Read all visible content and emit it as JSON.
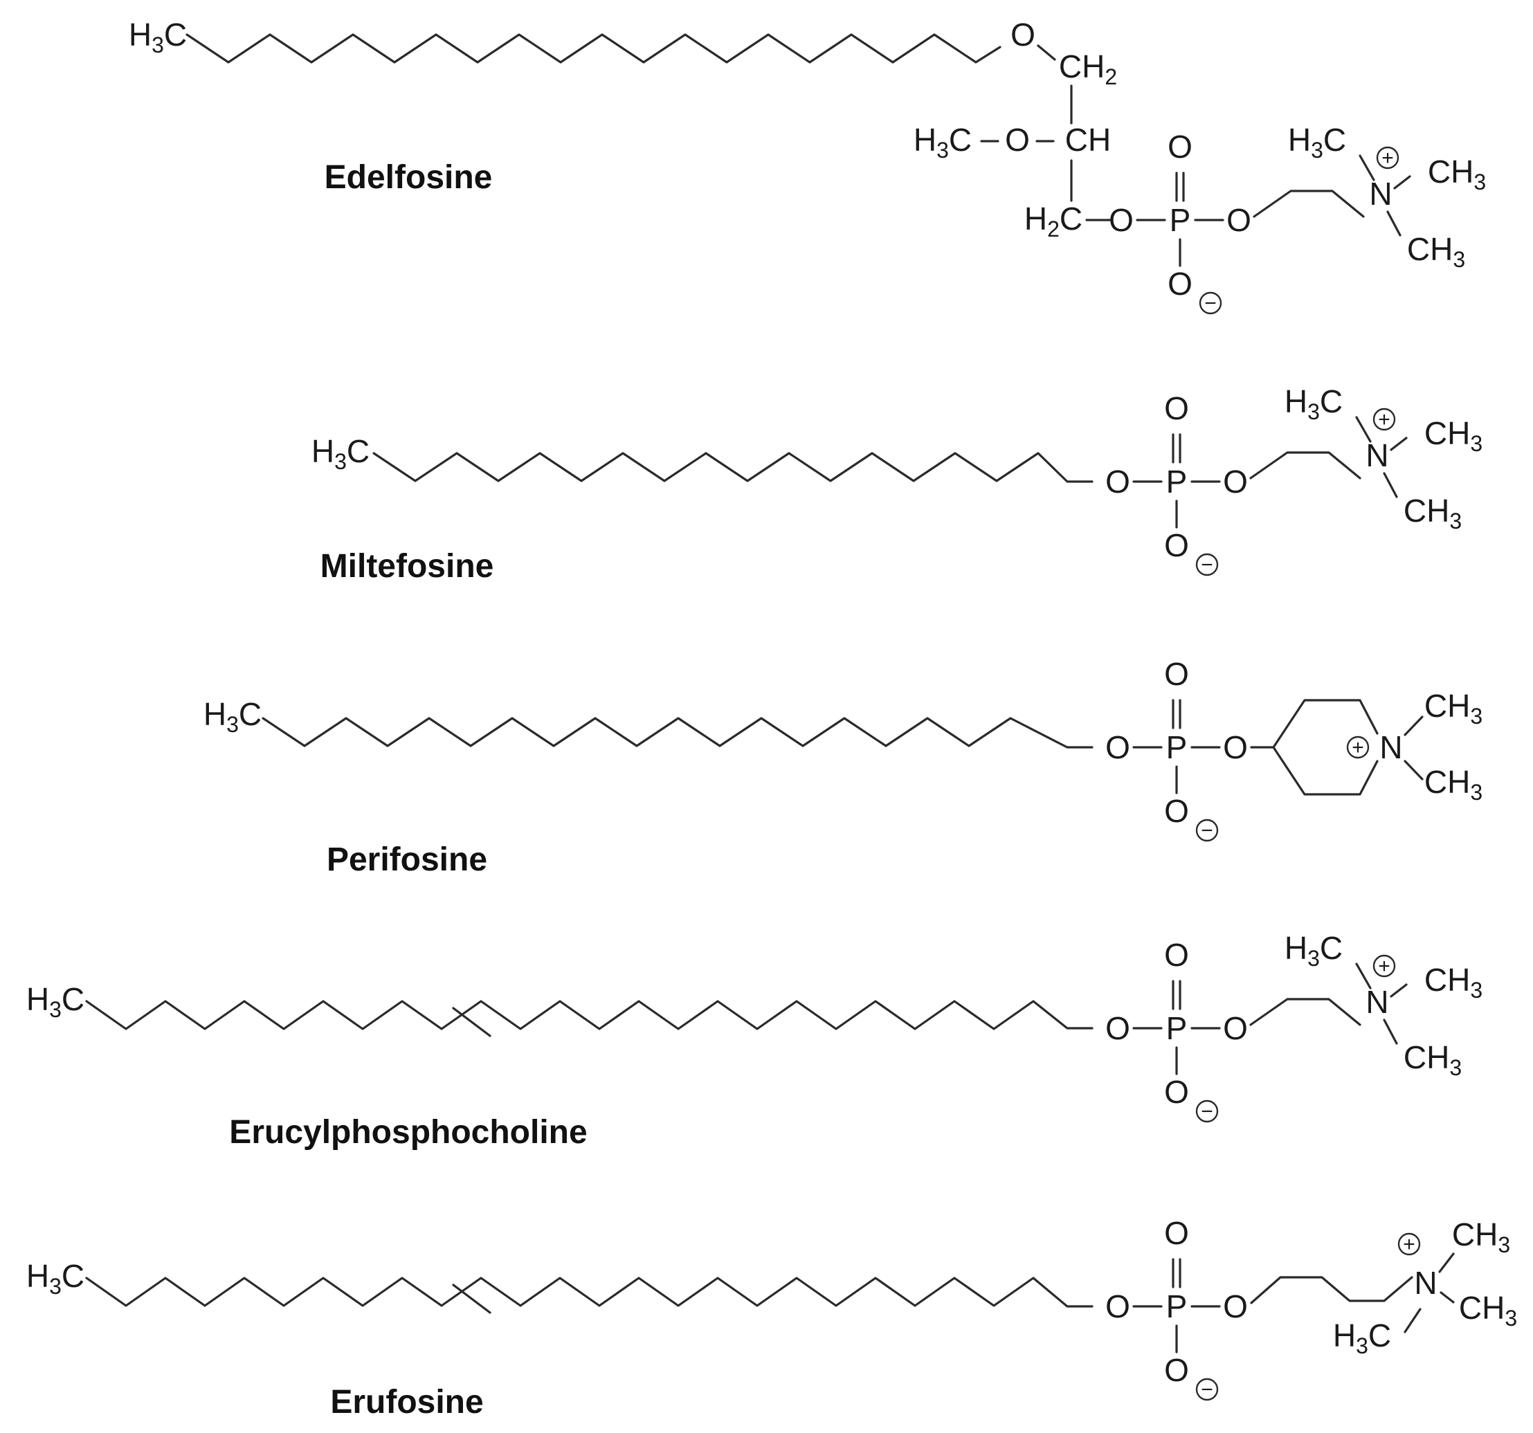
{
  "diagram": {
    "molecules": [
      {
        "name": "Edelfosine"
      },
      {
        "name": "Miltefosine"
      },
      {
        "name": "Perifosine"
      },
      {
        "name": "Erucylphosphocholine"
      },
      {
        "name": "Erufosine"
      }
    ],
    "atoms": {
      "carbon": "C",
      "hydrogen": "H",
      "oxygen": "O",
      "phosphorus": "P",
      "nitrogen": "N",
      "sub2": "2",
      "sub3": "3",
      "plus": "+",
      "minus": "−"
    },
    "colors": {
      "ink": "#1a1a1a",
      "background": "#ffffff"
    }
  }
}
